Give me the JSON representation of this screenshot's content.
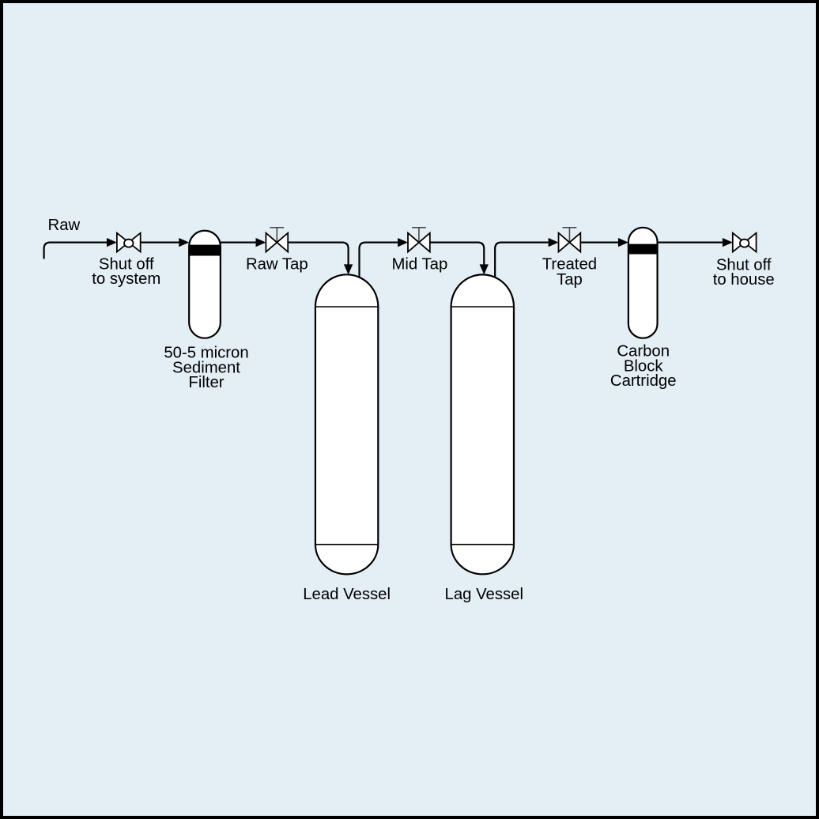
{
  "colors": {
    "background": "#e4eef5",
    "border": "#000000",
    "line": "#000000",
    "symbol_fill": "#ffffff",
    "filter_band": "#000000"
  },
  "labels": {
    "source": "Raw",
    "shutoff_system": [
      "Shut off",
      "to system"
    ],
    "sediment_filter": [
      "50-5 micron",
      "Sediment",
      "Filter"
    ],
    "raw_tap": "Raw Tap",
    "lead_vessel": "Lead Vessel",
    "mid_tap": "Mid Tap",
    "lag_vessel": "Lag Vessel",
    "treated_tap": [
      "Treated",
      "Tap"
    ],
    "carbon_cartridge": [
      "Carbon",
      "Block",
      "Cartridge"
    ],
    "shutoff_house": [
      "Shut off",
      "to house"
    ]
  }
}
